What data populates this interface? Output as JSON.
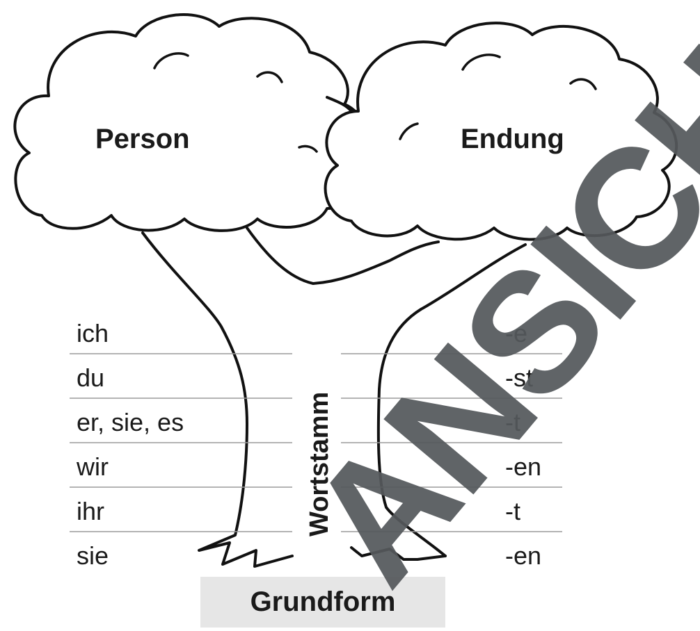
{
  "diagram": {
    "left_cloud_label": "Person",
    "right_cloud_label": "Endung",
    "trunk_label": "Wortstamm",
    "base_label": "Grundform",
    "watermark_text": "ANSICHT",
    "rows": [
      {
        "person": "ich",
        "ending": "-e"
      },
      {
        "person": "du",
        "ending": "-st"
      },
      {
        "person": "er, sie, es",
        "ending": "-t"
      },
      {
        "person": "wir",
        "ending": "-en"
      },
      {
        "person": "ihr",
        "ending": "-t"
      },
      {
        "person": "sie",
        "ending": "-en"
      }
    ]
  }
}
